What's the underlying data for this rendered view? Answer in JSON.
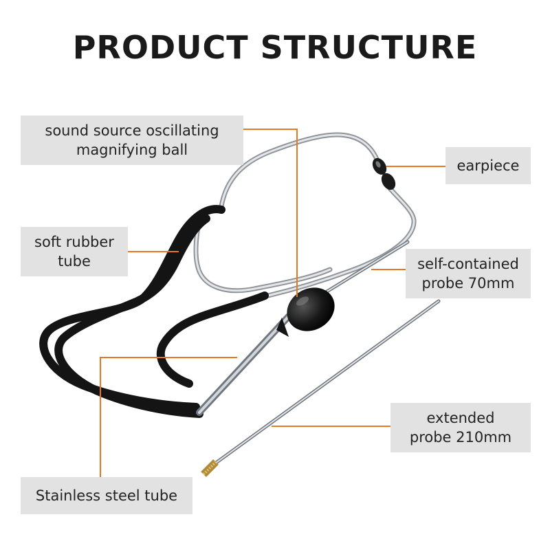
{
  "title": "PRODUCT STRUCTURE",
  "colors": {
    "accent": "#E87722",
    "label_bg": "#E2E2E2",
    "tube": "#141414",
    "steel": "#B8BCC0"
  },
  "labels": {
    "ball": [
      "sound source oscillating",
      "magnifying ball"
    ],
    "earpiece": [
      "earpiece"
    ],
    "rubber": [
      "soft rubber",
      "tube"
    ],
    "self_probe": [
      "self-contained",
      "probe 70mm"
    ],
    "extended_probe": [
      "extended",
      "probe 210mm"
    ],
    "steel_tube": [
      "Stainless steel tube"
    ]
  }
}
